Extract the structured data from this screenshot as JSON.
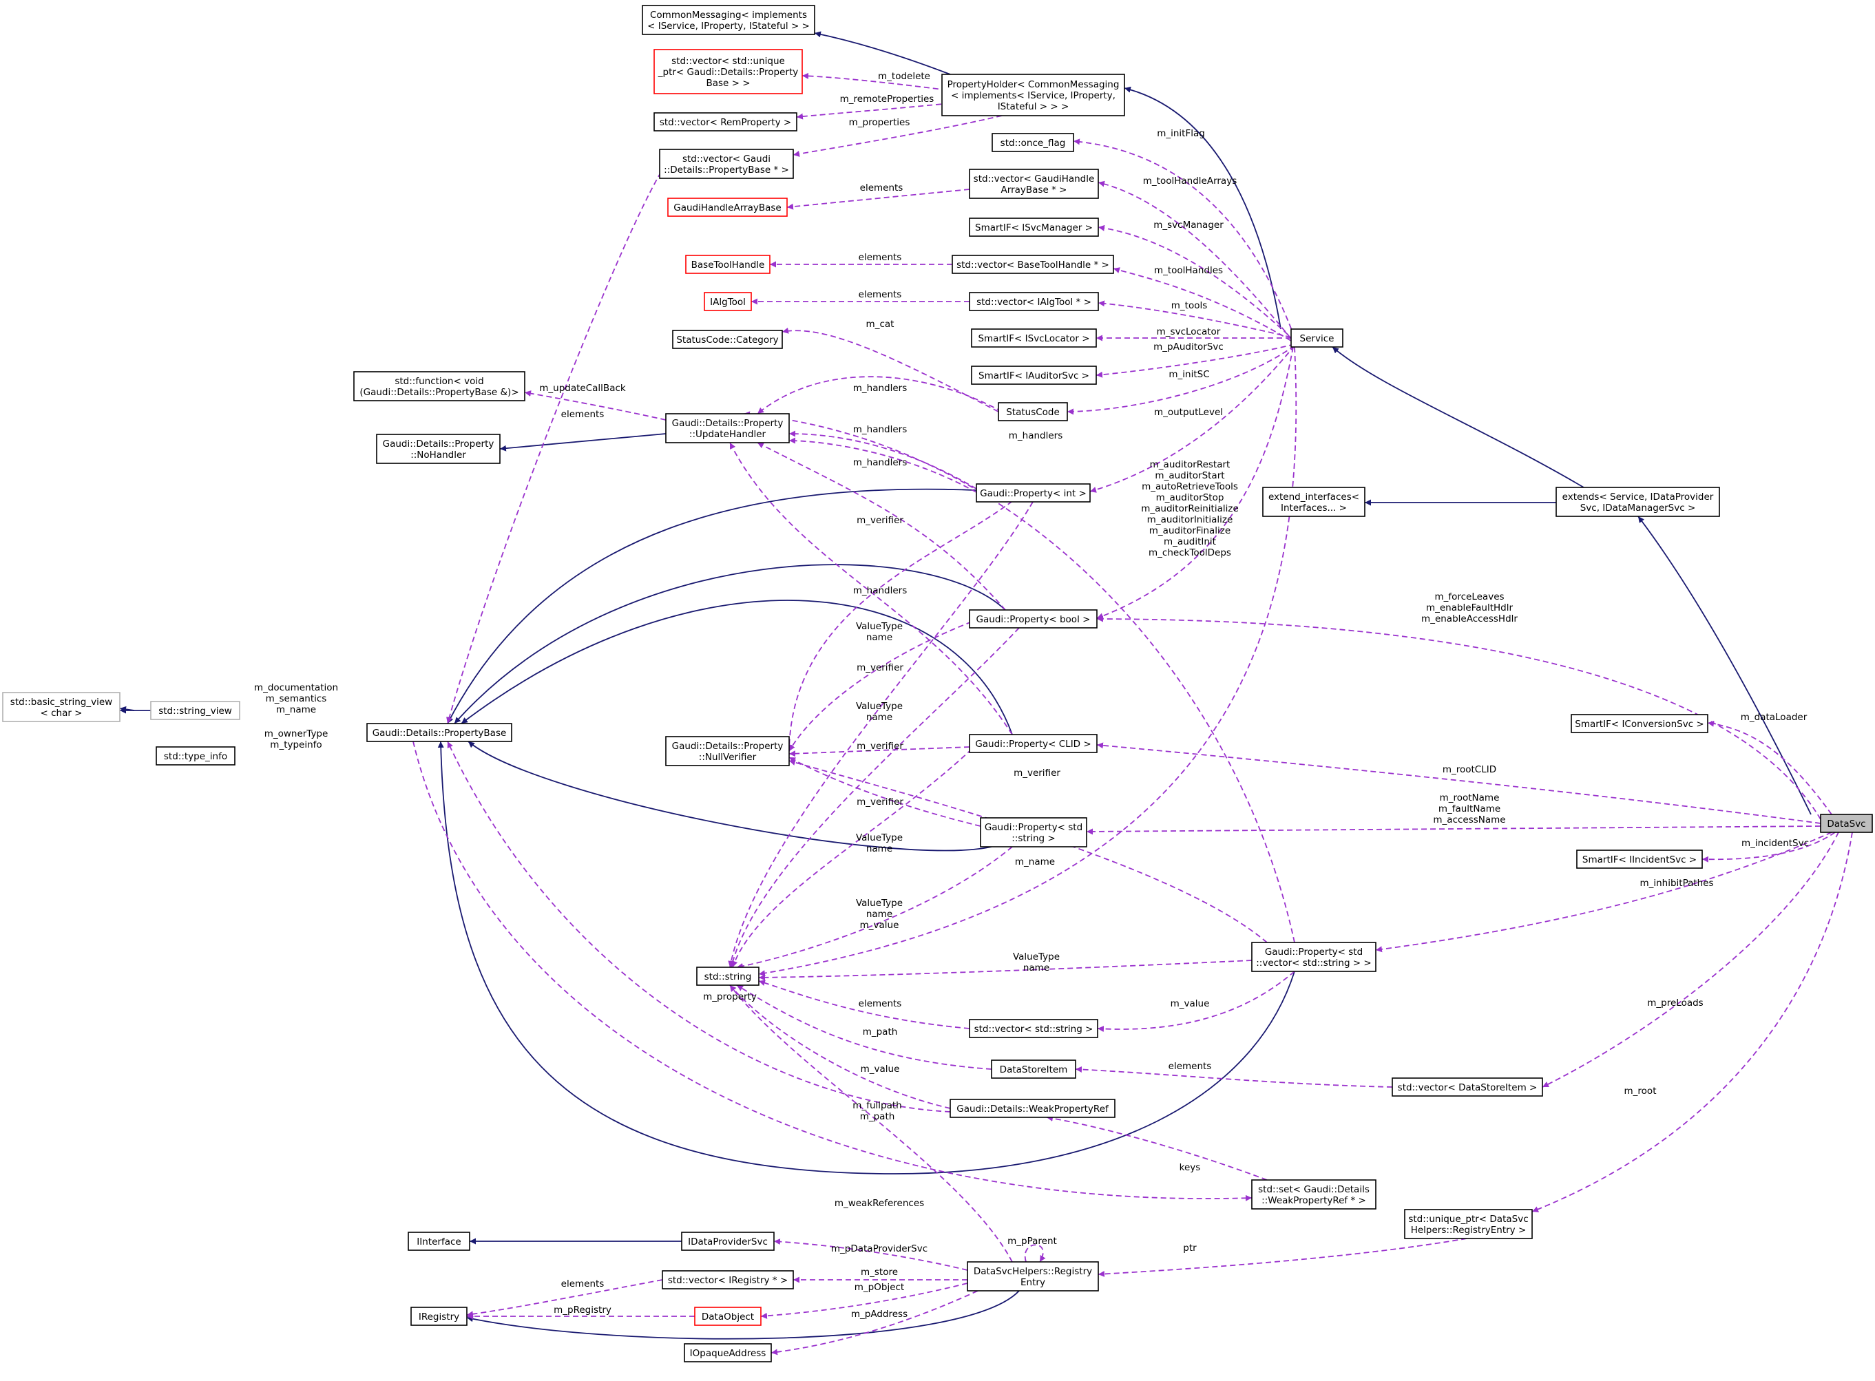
{
  "colors": {
    "inheritance": "#191970",
    "usage": "#9a32cd",
    "external_border": "#b0b0b0",
    "incomplete_border": "#ff0000",
    "focus_fill": "#bfbfbf"
  },
  "nodes": {
    "common_messaging": [
      "CommonMessaging< implements",
      "< IService, IProperty, IStateful > >"
    ],
    "property_holder": [
      "PropertyHolder< CommonMessaging",
      "< implements< IService, IProperty,",
      "IStateful > > >"
    ],
    "vec_unique_ptr": [
      "std::vector< std::unique",
      "_ptr< Gaudi::Details::Property",
      "Base > >"
    ],
    "vec_remprop": [
      "std::vector< RemProperty >"
    ],
    "vec_propbase_ptr": [
      "std::vector< Gaudi",
      "::Details::PropertyBase * >"
    ],
    "once_flag": [
      "std::once_flag"
    ],
    "vec_gaudihandlearray": [
      "std::vector< GaudiHandle",
      "ArrayBase * >"
    ],
    "gaudihandlearraybase": [
      "GaudiHandleArrayBase"
    ],
    "smartif_svcmanager": [
      "SmartIF< ISvcManager >"
    ],
    "basetoolhandle": [
      "BaseToolHandle"
    ],
    "vec_basetoolhandle": [
      "std::vector< BaseToolHandle * >"
    ],
    "ialgtool": [
      "IAlgTool"
    ],
    "vec_ialgtool": [
      "std::vector< IAlgTool * >"
    ],
    "service": [
      "Service"
    ],
    "statuscode_category": [
      "StatusCode::Category"
    ],
    "smartif_svclocator": [
      "SmartIF< ISvcLocator >"
    ],
    "std_function": [
      "std::function< void",
      "(Gaudi::Details::PropertyBase &)>"
    ],
    "smartif_auditorsvc": [
      "SmartIF< IAuditorSvc >"
    ],
    "statuscode": [
      "StatusCode"
    ],
    "update_handler": [
      "Gaudi::Details::Property",
      "::UpdateHandler"
    ],
    "nohandler": [
      "Gaudi::Details::Property",
      "::NoHandler"
    ],
    "prop_int": [
      "Gaudi::Property< int >"
    ],
    "extend_interfaces": [
      "extend_interfaces<",
      "Interfaces... >"
    ],
    "extends": [
      "extends< Service, IDataProvider",
      "Svc, IDataManagerSvc >"
    ],
    "prop_bool": [
      "Gaudi::Property< bool >"
    ],
    "basic_string_view": [
      "std::basic_string_view",
      "< char >"
    ],
    "string_view": [
      "std::string_view"
    ],
    "property_base": [
      "Gaudi::Details::PropertyBase"
    ],
    "type_info": [
      "std::type_info"
    ],
    "null_verifier": [
      "Gaudi::Details::Property",
      "::NullVerifier"
    ],
    "prop_clid": [
      "Gaudi::Property< CLID >"
    ],
    "smartif_conversionsvc": [
      "SmartIF< IConversionSvc >"
    ],
    "prop_string": [
      "Gaudi::Property< std",
      "::string >"
    ],
    "datasvc": [
      "DataSvc"
    ],
    "smartif_incidentsvc": [
      "SmartIF< IIncidentSvc >"
    ],
    "std_string": [
      "std::string"
    ],
    "prop_vec_string": [
      "Gaudi::Property< std",
      "::vector< std::string > >"
    ],
    "vec_string": [
      "std::vector< std::string >"
    ],
    "datastoreitem": [
      "DataStoreItem"
    ],
    "vec_datastoreitem": [
      "std::vector< DataStoreItem >"
    ],
    "weakpropertyref": [
      "Gaudi::Details::WeakPropertyRef"
    ],
    "set_weakpropref": [
      "std::set< Gaudi::Details",
      "::WeakPropertyRef * >"
    ],
    "unique_ptr_registry": [
      "std::unique_ptr< DataSvc",
      "Helpers::RegistryEntry >"
    ],
    "iinterface": [
      "IInterface"
    ],
    "idataprovidersvc": [
      "IDataProviderSvc"
    ],
    "registry_entry": [
      "DataSvcHelpers::Registry",
      "Entry"
    ],
    "vec_iregistry": [
      "std::vector< IRegistry * >"
    ],
    "iregistry": [
      "IRegistry"
    ],
    "dataobject": [
      "DataObject"
    ],
    "iopaqueaddress": [
      "IOpaqueAddress"
    ]
  },
  "edge_labels": {
    "todelete": [
      "m_todelete"
    ],
    "remote_properties": [
      "m_remoteProperties"
    ],
    "properties": [
      "m_properties"
    ],
    "init_flag": [
      "m_initFlag"
    ],
    "tool_handle_arrays": [
      "m_toolHandleArrays"
    ],
    "elements_gha": [
      "elements"
    ],
    "svc_manager": [
      "m_svcManager"
    ],
    "elements_bth": [
      "elements"
    ],
    "tool_handles": [
      "m_toolHandles"
    ],
    "elements_iat": [
      "elements"
    ],
    "tools": [
      "m_tools"
    ],
    "cat": [
      "m_cat"
    ],
    "svc_locator": [
      "m_svcLocator"
    ],
    "p_auditor_svc": [
      "m_pAuditorSvc"
    ],
    "update_callback": [
      "m_updateCallBack"
    ],
    "init_sc": [
      "m_initSC"
    ],
    "elements_pb": [
      "elements"
    ],
    "handlers_1": [
      "m_handlers"
    ],
    "handlers_2": [
      "m_handlers"
    ],
    "handlers_3": [
      "m_handlers"
    ],
    "handlers_4": [
      "m_handlers"
    ],
    "handlers_5": [
      "m_handlers"
    ],
    "output_level": [
      "m_outputLevel"
    ],
    "auditor_flags": [
      "m_auditorRestart",
      "m_auditorStart",
      "m_autoRetrieveTools",
      "m_auditorStop",
      "m_auditorReinitialize",
      "m_auditorInitialize",
      "m_auditorFinalize",
      "m_auditInit",
      "m_checkToolDeps"
    ],
    "verifier_1": [
      "m_verifier"
    ],
    "verifier_2": [
      "m_verifier"
    ],
    "verifier_3": [
      "m_verifier"
    ],
    "verifier_4": [
      "m_verifier"
    ],
    "verifier_5": [
      "m_verifier"
    ],
    "valuetype_1": [
      "ValueType",
      "name"
    ],
    "valuetype_2": [
      "ValueType",
      "name"
    ],
    "valuetype_3": [
      "ValueType",
      "name"
    ],
    "valuetype_4": [
      "ValueType",
      "name",
      "m_value"
    ],
    "valuetype_5": [
      "ValueType",
      "name"
    ],
    "force_leaves": [
      "m_forceLeaves",
      "m_enableFaultHdlr",
      "m_enableAccessHdlr"
    ],
    "doc_names": [
      "m_documentation",
      "m_semantics",
      "m_name"
    ],
    "owner_type": [
      "m_ownerType",
      "m_typeinfo"
    ],
    "data_loader": [
      "m_dataLoader"
    ],
    "root_clid": [
      "m_rootCLID"
    ],
    "root_names": [
      "m_rootName",
      "m_faultName",
      "m_accessName"
    ],
    "incident_svc": [
      "m_incidentSvc"
    ],
    "name": [
      "m_name"
    ],
    "inhibit_pathes": [
      "m_inhibitPathes"
    ],
    "value_1": [
      "m_value"
    ],
    "elements_vs": [
      "elements"
    ],
    "property": [
      "m_property"
    ],
    "path": [
      "m_path"
    ],
    "pre_loads": [
      "m_preLoads"
    ],
    "value_2": [
      "m_value"
    ],
    "elements_dsi": [
      "elements"
    ],
    "fullpath": [
      "m_fullpath",
      "m_path"
    ],
    "root": [
      "m_root"
    ],
    "keys": [
      "keys"
    ],
    "weak_references": [
      "m_weakReferences"
    ],
    "p_parent": [
      "m_pParent"
    ],
    "ptr": [
      "ptr"
    ],
    "p_data_provider_svc": [
      "m_pDataProviderSvc"
    ],
    "elements_reg": [
      "elements"
    ],
    "store": [
      "m_store"
    ],
    "p_object": [
      "m_pObject"
    ],
    "p_registry": [
      "m_pRegistry"
    ],
    "p_address": [
      "m_pAddress"
    ]
  }
}
